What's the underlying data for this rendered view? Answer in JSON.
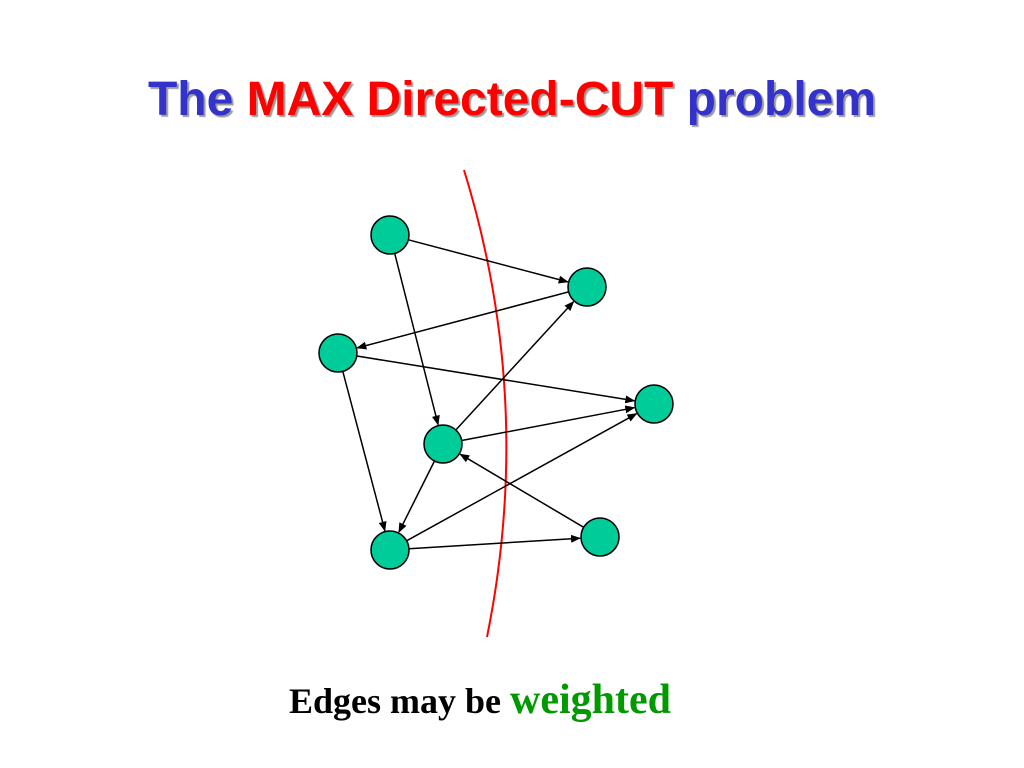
{
  "slide": {
    "title": {
      "part1": "The ",
      "part2": "MAX Directed-CUT",
      "part3": " problem"
    },
    "caption": {
      "part1": "Edges may be ",
      "part2": "weighted"
    }
  },
  "colors": {
    "title_blue": "#3333cc",
    "title_red": "#ff0000",
    "node_fill": "#00cc99",
    "edge": "#000000",
    "cut_line": "#ff0000",
    "caption_green": "#009900"
  },
  "graph": {
    "nodes": [
      {
        "id": "n1"
      },
      {
        "id": "n2"
      },
      {
        "id": "n3"
      },
      {
        "id": "n4"
      },
      {
        "id": "n5"
      },
      {
        "id": "n6"
      },
      {
        "id": "n7"
      }
    ],
    "edges": [
      {
        "from": "n1",
        "to": "n2"
      },
      {
        "from": "n1",
        "to": "n5"
      },
      {
        "from": "n2",
        "to": "n3"
      },
      {
        "from": "n3",
        "to": "n4"
      },
      {
        "from": "n3",
        "to": "n6"
      },
      {
        "from": "n5",
        "to": "n2"
      },
      {
        "from": "n5",
        "to": "n4"
      },
      {
        "from": "n5",
        "to": "n6"
      },
      {
        "from": "n7",
        "to": "n5"
      },
      {
        "from": "n6",
        "to": "n4"
      },
      {
        "from": "n6",
        "to": "n7"
      }
    ]
  }
}
